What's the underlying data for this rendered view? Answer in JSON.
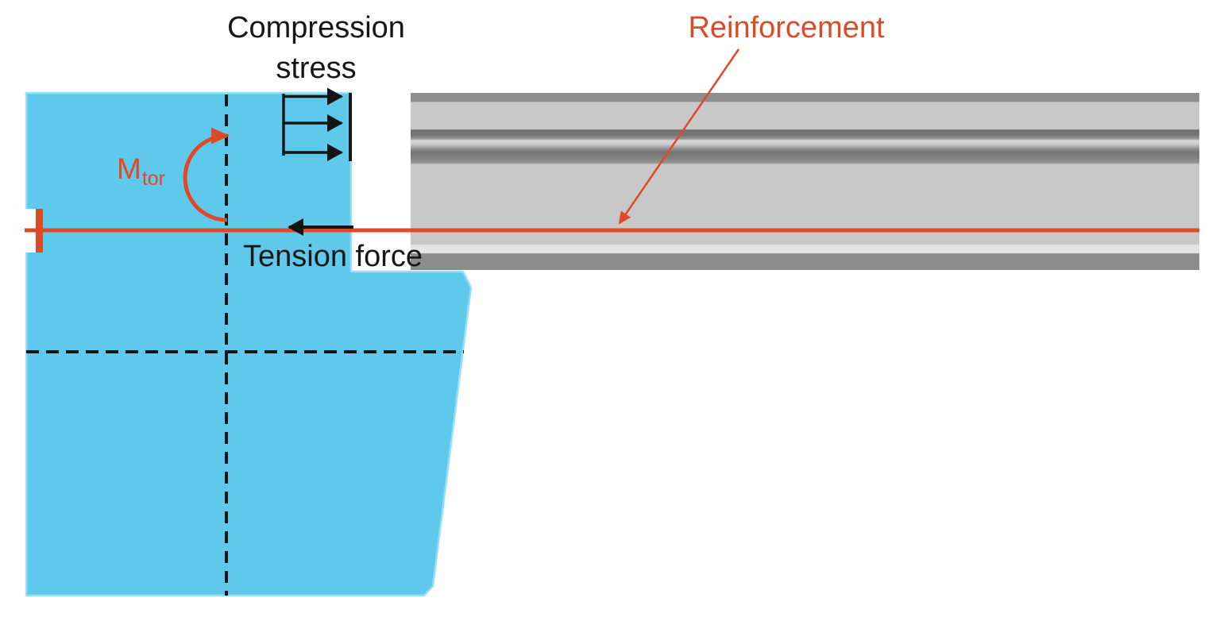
{
  "diagram": {
    "title_hint": "torsion-at-slab-edge-beam-connection",
    "labels": {
      "compression_line1": "Compression",
      "compression_line2": "stress",
      "reinforcement": "Reinforcement",
      "tension": "Tension force",
      "moment_symbol": "M",
      "moment_subscript": "tor"
    },
    "colors": {
      "concrete_blue": "#5EC9EA",
      "blue_outline": "#98DFF5",
      "accent_red": "#DF4A26",
      "line_black": "#141414",
      "slab_light_gray": "#C8C8C8",
      "slab_dark_gray": "#8C8C8C"
    }
  }
}
